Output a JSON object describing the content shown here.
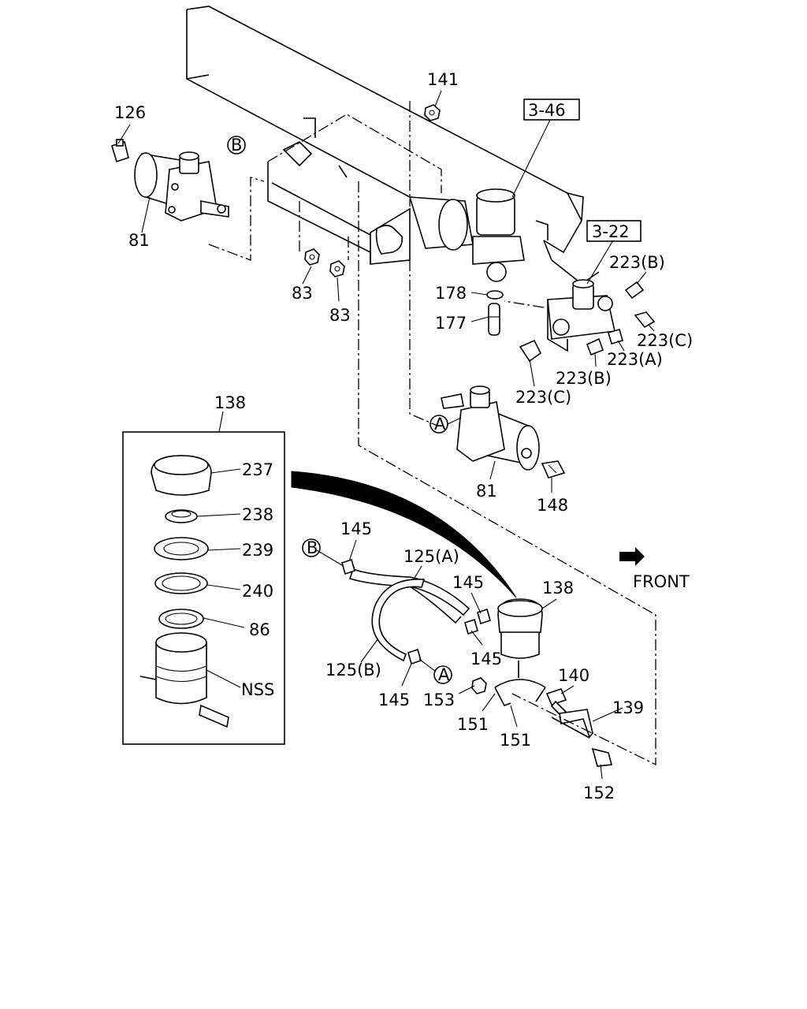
{
  "labels": {
    "l126": "126",
    "lB1": "B",
    "l81a": "81",
    "l141": "141",
    "l346": "3-46",
    "l83a": "83",
    "l83b": "83",
    "l322": "3-22",
    "l178": "178",
    "l177": "177",
    "l223Ba": "223(B)",
    "l223Ca": "223(C)",
    "l223A": "223(A)",
    "l223Bb": "223(B)",
    "l223Cb": "223(C)",
    "l138a": "138",
    "lA1": "A",
    "l81b": "81",
    "l148": "148",
    "l237": "237",
    "l238": "238",
    "l239": "239",
    "l240": "240",
    "l86": "86",
    "lNSS": "NSS",
    "lFront": "FRONT",
    "l145a": "145",
    "lB2": "B",
    "l125A": "125(A)",
    "l145b": "145",
    "l138b": "138",
    "l145c": "145",
    "l125B": "125(B)",
    "l145d": "145",
    "lA2": "A",
    "l153": "153",
    "l151a": "151",
    "l151b": "151",
    "l140": "140",
    "l139": "139",
    "l152": "152"
  }
}
